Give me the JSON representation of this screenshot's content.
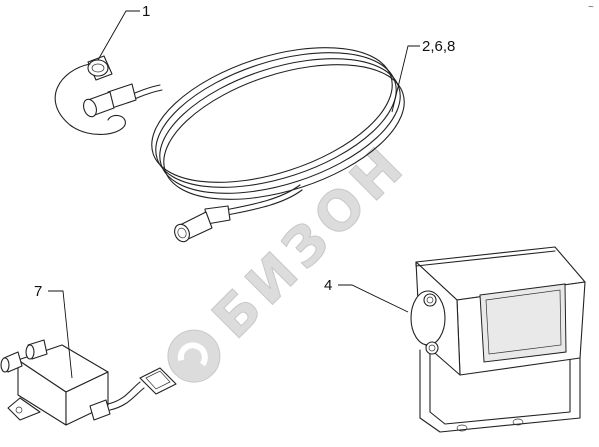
{
  "callouts": {
    "c1": "1",
    "c2": "2,6,8",
    "c4": "4",
    "c7": "7"
  },
  "watermark": {
    "text": "БИЗОН"
  },
  "corner_mark": "~"
}
